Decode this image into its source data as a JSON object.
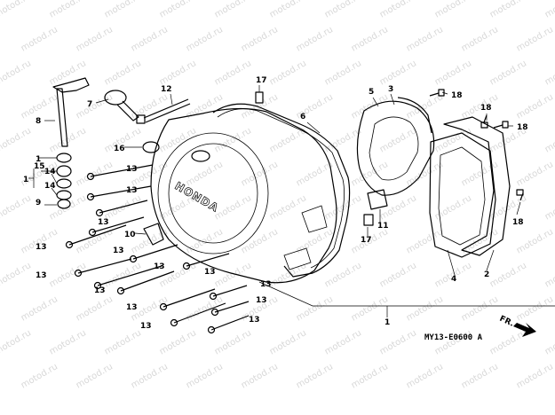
{
  "watermark": "motod.ru",
  "brand_text": "HONDA",
  "diagram_code": "MY13-E0600 A",
  "direction_label": "FR.",
  "callouts": {
    "c1a": "1",
    "c1b": "1",
    "c1c": "1",
    "c2": "2",
    "c3": "3",
    "c4": "4",
    "c5": "5",
    "c6": "6",
    "c7": "7",
    "c8": "8",
    "c9": "9",
    "c10": "10",
    "c11": "11",
    "c12": "12",
    "c13a": "13",
    "c13b": "13",
    "c13c": "13",
    "c13d": "13",
    "c13e": "13",
    "c13f": "13",
    "c13g": "13",
    "c13h": "13",
    "c13i": "13",
    "c13j": "13",
    "c13k": "13",
    "c13l": "13",
    "c13m": "13",
    "c13n": "13",
    "c14a": "14",
    "c14b": "14",
    "c15": "15",
    "c16": "16",
    "c17a": "17",
    "c17b": "17",
    "c18a": "18",
    "c18b": "18",
    "c18c": "18",
    "c18d": "18"
  }
}
